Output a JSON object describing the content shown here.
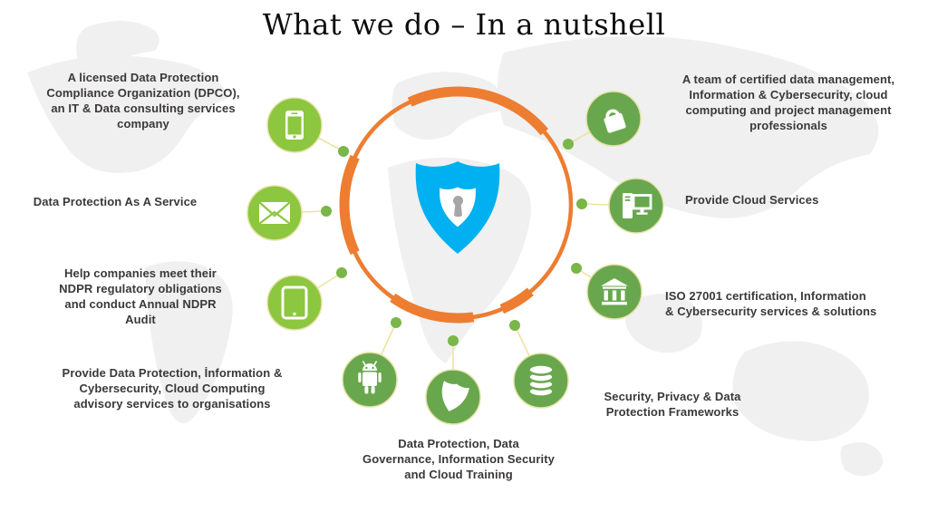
{
  "title": "What we do – In a nutshell",
  "center": {
    "icon": "shield-lock-icon"
  },
  "items": [
    {
      "id": "dpco",
      "icon": "smartphone-icon",
      "text": "A licensed Data Protection\nCompliance Organization (DPCO),\nan IT & Data consulting services\ncompany"
    },
    {
      "id": "dpaas",
      "icon": "envelope-icon",
      "text": "Data Protection As A Service"
    },
    {
      "id": "ndpr",
      "icon": "tablet-icon",
      "text": "Help companies meet their\nNDPR regulatory obligations\nand conduct Annual NDPR\nAudit"
    },
    {
      "id": "advisory",
      "icon": "android-icon",
      "text": "Provide Data Protection, İnformation &\nCybersecurity, Cloud Computing\nadvisory services to organisations"
    },
    {
      "id": "training",
      "icon": "shield-icon",
      "text": "Data Protection, Data\nGovernance, Information Security\nand Cloud Training"
    },
    {
      "id": "frameworks",
      "icon": "database-icon",
      "text": "Security, Privacy & Data\nProtection Frameworks"
    },
    {
      "id": "iso",
      "icon": "bank-icon",
      "text": "ISO 27001 certification, Information\n& Cybersecurity services & solutions"
    },
    {
      "id": "cloud",
      "icon": "computer-icon",
      "text": "Provide Cloud Services"
    },
    {
      "id": "team",
      "icon": "padlock-icon",
      "text": "A team of certified data management,\nInformation & Cybersecurity, cloud\ncomputing and project management\nprofessionals"
    }
  ],
  "colors": {
    "ring_orange": "#ED7D31",
    "shield_cyan": "#00B0F0",
    "circle_light_green": "#8DC63F",
    "circle_dark_green": "#69A74E",
    "connector_dot_green": "#7AB648",
    "connector_line_yellow": "#EDE3A1",
    "keyhole_gray": "#A6A6A6",
    "text_dark": "#3B3838",
    "map_gray": "#F0F0F0"
  }
}
